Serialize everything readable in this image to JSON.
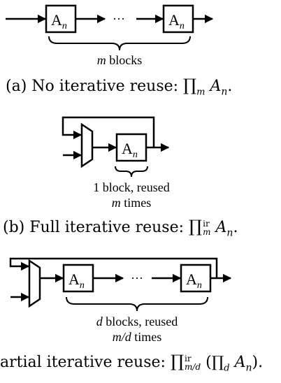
{
  "panel_a": {
    "block_label": "A",
    "block_subscript": "n",
    "ellipsis": "···",
    "brace_label_var": "m",
    "brace_label_text": " blocks",
    "caption_prefix": "(a) No iterative reuse: ",
    "caption_product_sub": "m",
    "caption_term": "A",
    "caption_term_sub": "n",
    "caption_end": "."
  },
  "panel_b": {
    "block_label": "A",
    "block_subscript": "n",
    "brace_line1": "1 block, reused",
    "brace_line2_var": "m",
    "brace_line2_text": " times",
    "caption_prefix": "(b) Full iterative reuse: ",
    "caption_product_sup": "ir",
    "caption_product_sub": "m",
    "caption_term": "A",
    "caption_term_sub": "n",
    "caption_end": "."
  },
  "panel_c": {
    "block_label": "A",
    "block_subscript": "n",
    "ellipsis": "···",
    "brace_line1_var": "d",
    "brace_line1_text": " blocks, reused",
    "brace_line2_var": "m/d",
    "brace_line2_text": " times",
    "caption_prefix": "artial iterative reuse: ",
    "caption_product_sup": "ir",
    "caption_product_sub": "m/d",
    "caption_open": " (",
    "caption_inner_sub": "d",
    "caption_term": "A",
    "caption_term_sub": "n",
    "caption_close": ").",
    "caption_end": ""
  }
}
